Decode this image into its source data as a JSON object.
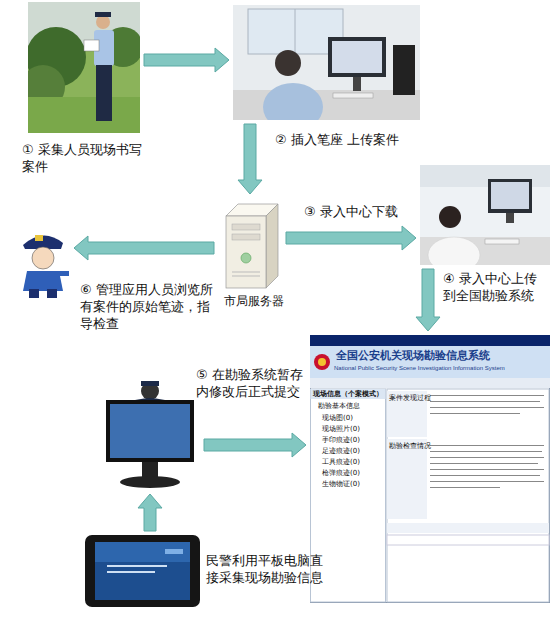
{
  "diagram": {
    "nodes": [
      {
        "text": [
          "① 采集人员现场书写案件"
        ]
      },
      {
        "text": [
          "② 插入笔座 上传案件"
        ]
      },
      {
        "text": [
          "市局服务器"
        ]
      },
      {
        "text": [
          "④ 录入中心上传到全国勘验系统"
        ]
      },
      {
        "text": [
          "⑥ 管理应用人员浏览所有案件的原始笔迹，指导检查"
        ]
      },
      {
        "text": [
          "全国公安机关现场勘验信息系统",
          "National Public Security Scene Investigation Information System"
        ]
      },
      {
        "text": [
          "⑤ 在勘验系统暂存内修改后正式提交"
        ]
      },
      {
        "text": [
          "民警利用平板电脑直接采集现场勘验信息"
        ]
      }
    ],
    "edges": [
      {
        "from": 0,
        "to": 1,
        "arrow": "to"
      },
      {
        "from": 1,
        "to": 2,
        "arrow": "to"
      },
      {
        "from": 2,
        "to": 3,
        "arrow": "to",
        "label": "③ 录入中心下载"
      },
      {
        "from": 3,
        "to": 5,
        "arrow": "to"
      },
      {
        "from": 2,
        "to": 4,
        "arrow": "to"
      },
      {
        "from": 6,
        "to": 5,
        "arrow": "to"
      },
      {
        "from": 7,
        "to": 6,
        "arrow": "to"
      }
    ],
    "labels": [
      "现场信息（个案模式）",
      "勘验基本信息",
      "现场图(0)",
      "现场照片(0)",
      "手印痕迹(0)",
      "足迹痕迹(0)",
      "工具痕迹(0)",
      "枪弹痕迹(0)",
      "生物物证(0)",
      "案件发现过程",
      "勘验检查情况"
    ]
  }
}
